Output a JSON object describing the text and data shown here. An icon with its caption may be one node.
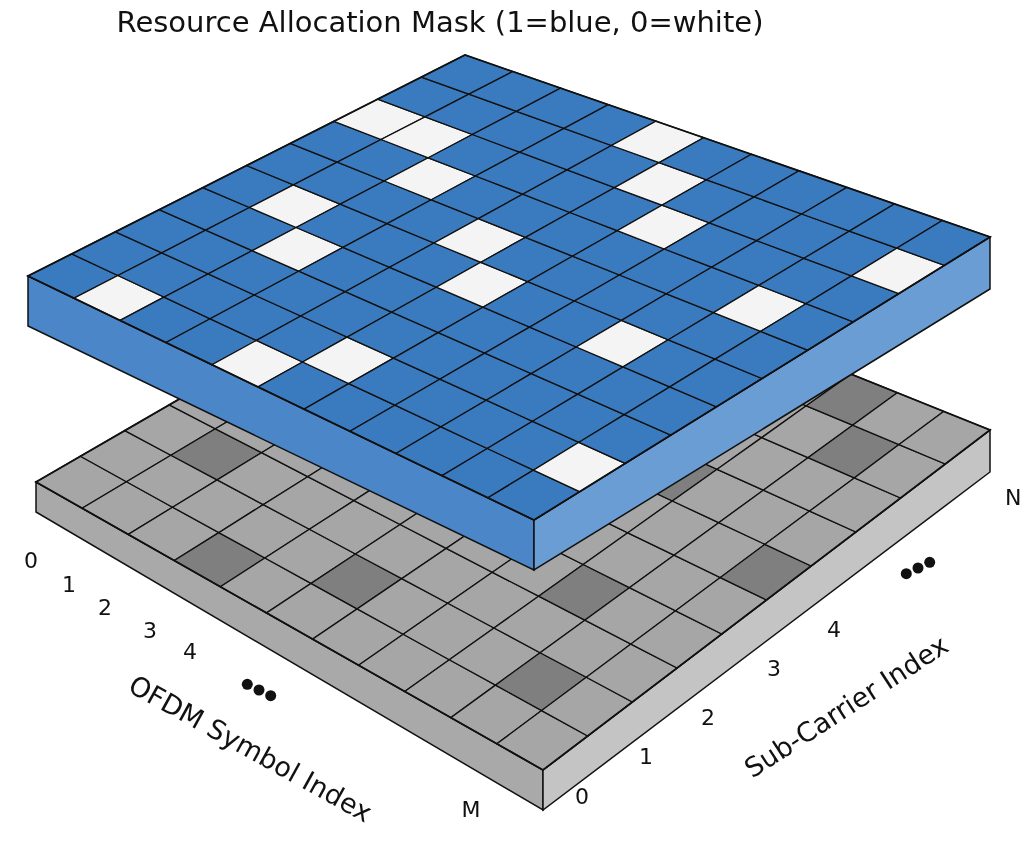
{
  "diagram": {
    "title": "Resource Allocation Mask (1=blue, 0=white)",
    "labels": [
      "0",
      "1",
      "2",
      "3",
      "4",
      "OFDM Symbol Index",
      "M",
      "0",
      "1",
      "2",
      "3",
      "4",
      "Sub-Carrier Index",
      "N"
    ]
  }
}
